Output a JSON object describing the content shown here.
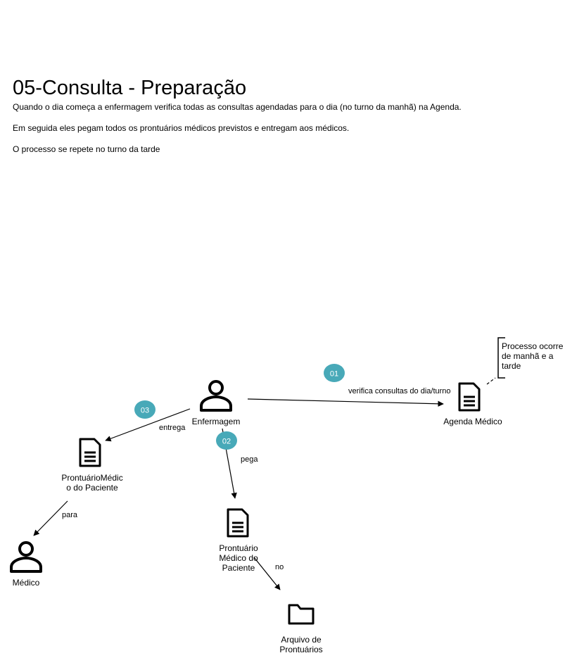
{
  "page": {
    "title": "05-Consulta - Preparação",
    "paragraphs": [
      "Quando o dia começa a enfermagem verifica todas as consultas agendadas para o dia (no turno da manhã) na Agenda.",
      "Em seguida eles pegam todos os prontuários médicos previstos e entregam aos médicos.",
      "O processo se repete no turno da tarde"
    ]
  },
  "diagram": {
    "nodes": {
      "enfermagem": {
        "label": "Enfermagem",
        "icon": "person-icon"
      },
      "agenda": {
        "label": "Agenda Médico",
        "icon": "document-icon"
      },
      "prontuario_left": {
        "label": "ProntuárioMédico do Paciente",
        "icon": "document-icon"
      },
      "prontuario_center": {
        "label": "Prontuário Médico do Paciente",
        "icon": "document-icon"
      },
      "medico": {
        "label": "Médico",
        "icon": "person-icon"
      },
      "arquivo": {
        "label": "Arquivo de Prontuários",
        "icon": "folder-icon"
      }
    },
    "edges": {
      "verifica": "verifica consultas do dia/turno",
      "entrega": "entrega",
      "pega": "pega",
      "para": "para",
      "no": "no"
    },
    "steps": [
      "01",
      "02",
      "03"
    ],
    "note": "Processo ocorre de manhã e a tarde",
    "colors": {
      "step_badge": "#48a9b8",
      "line": "#000000"
    }
  }
}
